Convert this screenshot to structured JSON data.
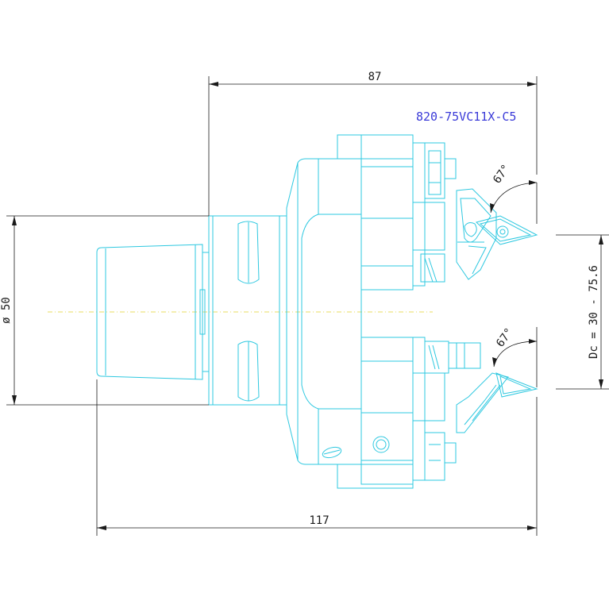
{
  "drawing": {
    "part_number": "820-75VC11X-C5",
    "dimensions": {
      "overall_width": "87",
      "total_length": "117",
      "shank_diameter": "ø 50",
      "cutting_range": "Dc = 30 - 75.6"
    },
    "angles": {
      "upper_insert": "67°",
      "lower_insert": "67°"
    },
    "colors": {
      "outline": "#2ec8e0",
      "dimension": "#1a1a1a",
      "part_number": "#3a3ad8",
      "centerline": "#e8dc60"
    }
  }
}
